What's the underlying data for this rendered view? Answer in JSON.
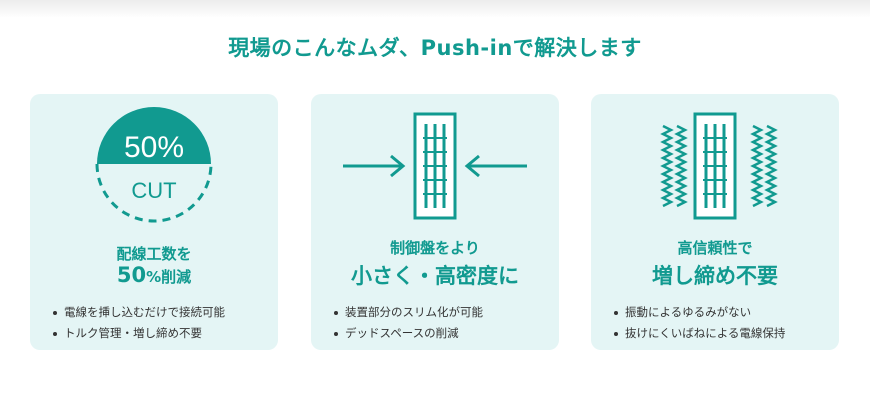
{
  "header": {
    "title": "現場のこんなムダ、Push-inで解決します"
  },
  "colors": {
    "accent": "#119a90",
    "card_bg": "#e4f5f5",
    "text": "#333333"
  },
  "cards": [
    {
      "icon": "percent-cut-circle-icon",
      "badge": {
        "value": "50%",
        "label": "CUT"
      },
      "subtitle": "配線工数を",
      "headline_number": "50",
      "headline_unit": "%削減",
      "bullets": [
        "電線を挿し込むだけで接続可能",
        "トルク管理・増し締め不要"
      ]
    },
    {
      "icon": "compress-terminal-block-icon",
      "subtitle": "制御盤をより",
      "headline": "小さく・高密度に",
      "bullets": [
        "装置部分のスリム化が可能",
        "デッドスペースの削減"
      ]
    },
    {
      "icon": "vibration-terminal-block-icon",
      "subtitle": "高信頼性で",
      "headline": "増し締め不要",
      "bullets": [
        "振動によるゆるみがない",
        "抜けにくいばねによる電線保持"
      ]
    }
  ]
}
